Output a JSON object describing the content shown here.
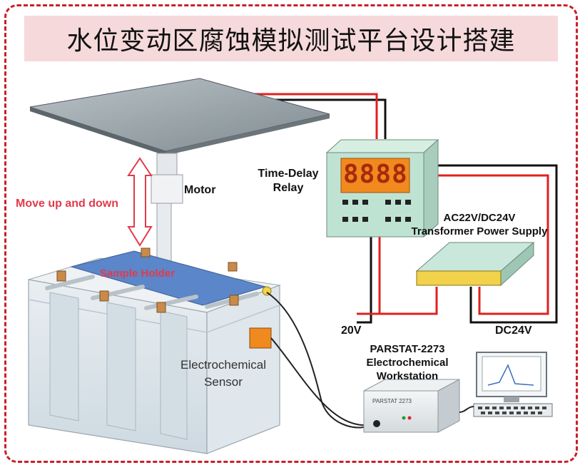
{
  "title": "水位变动区腐蚀模拟测试平台设计搭建",
  "labels": {
    "motion": "Move up and down",
    "motor": "Motor",
    "relay_line1": "Time-Delay",
    "relay_line2": "Relay",
    "relay_display": "8888",
    "power_line1": "AC22V/DC24V",
    "power_line2": "Transformer Power Supply",
    "sample_holder": "Sample Holder",
    "sensor_line1": "Electrochemical",
    "sensor_line2": "Sensor",
    "v20": "20V",
    "dc24": "DC24V",
    "workstation_line1": "PARSTAT-2273",
    "workstation_line2": "Electrochemical",
    "workstation_line3": "Workstation",
    "device_label": "PARSTAT 2273"
  },
  "colors": {
    "frame": "#c8202a",
    "title_bg": "#f6d9db",
    "accent_red": "#e23a4a",
    "relay_green": "#bfe3d3",
    "display_orange": "#f08a1e",
    "power_yellow": "#f2d24a",
    "holder_blue": "#5b86c9",
    "tank_water": "#dbe6ee"
  }
}
